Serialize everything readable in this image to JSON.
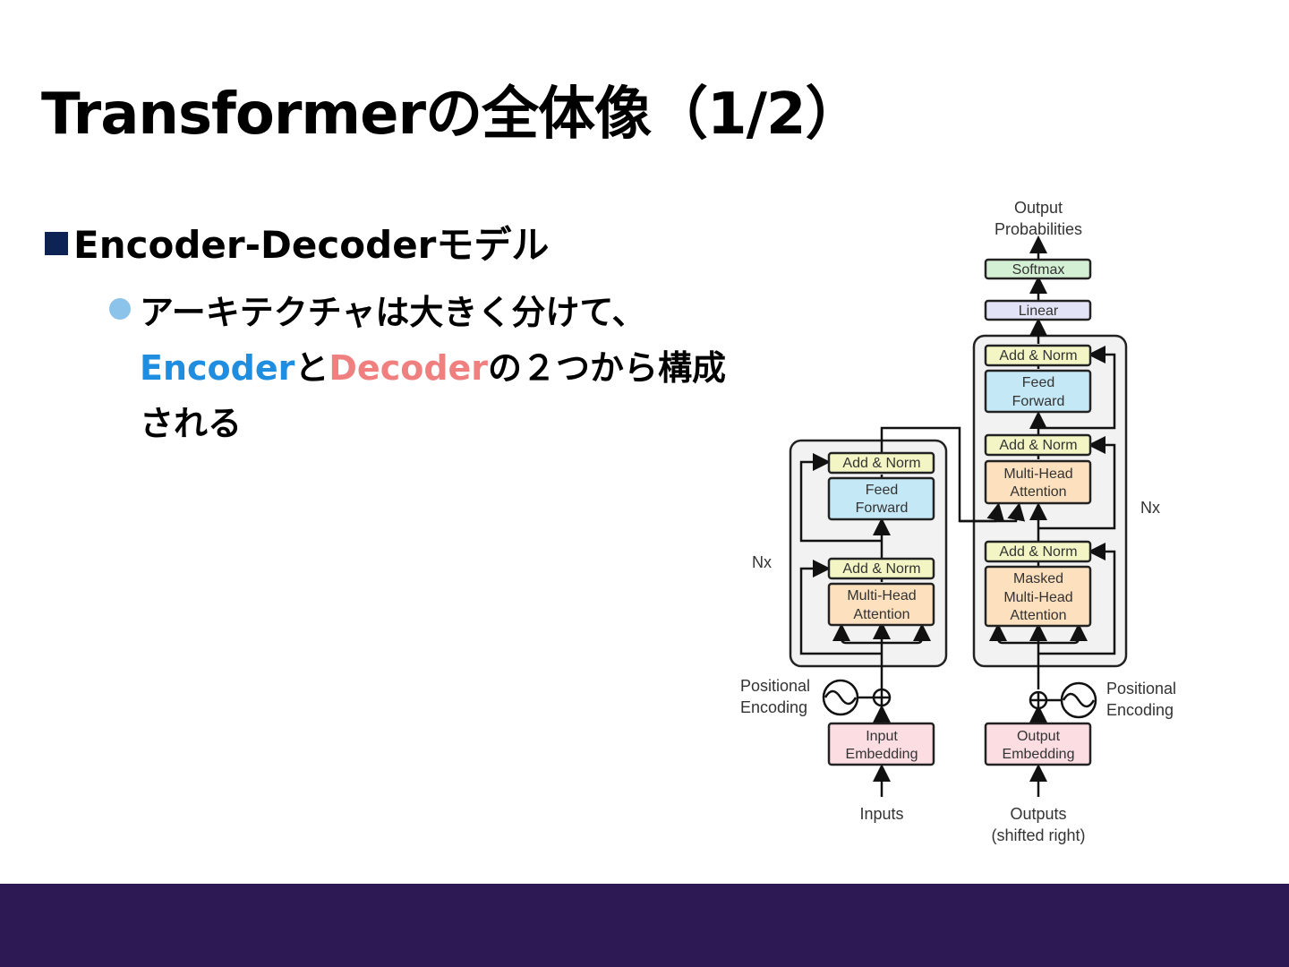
{
  "slide": {
    "title": "Transformerの全体像（1/2）",
    "bullet": "Encoder-Decoderモデル",
    "sub": {
      "line1": "アーキテクチャは大きく分けて、",
      "encoder": "Encoder",
      "and": "と",
      "decoder": "Decoder",
      "rest": "の２つから構成",
      "line3": "される"
    }
  },
  "diagram": {
    "output_probs_1": "Output",
    "output_probs_2": "Probabilities",
    "softmax": "Softmax",
    "linear": "Linear",
    "add_norm": "Add & Norm",
    "feed_1": "Feed",
    "feed_2": "Forward",
    "mha_1": "Multi-Head",
    "mha_2": "Attention",
    "masked_1": "Masked",
    "masked_2": "Multi-Head",
    "masked_3": "Attention",
    "nx": "Nx",
    "pos_1": "Positional",
    "pos_2": "Encoding",
    "input_emb_1": "Input",
    "input_emb_2": "Embedding",
    "output_emb_1": "Output",
    "output_emb_2": "Embedding",
    "inputs": "Inputs",
    "outputs_1": "Outputs",
    "outputs_2": "(shifted right)"
  },
  "colors": {
    "footer": "#2d1a55",
    "encoder_text": "#1f8de0",
    "decoder_text": "#f08080",
    "bullet_square": "#0d2356",
    "bullet_dot": "#8cc3ea"
  }
}
